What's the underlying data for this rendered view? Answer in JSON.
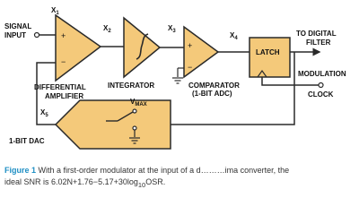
{
  "colors": {
    "block_fill": "#f4c97a",
    "line": "#2a2a2a",
    "figure_label": "#1f8fc4",
    "caption_text": "#333333"
  },
  "nodes": {
    "x1": "X",
    "x1_sub": "1",
    "x2": "X",
    "x2_sub": "2",
    "x3": "X",
    "x3_sub": "3",
    "x4": "X",
    "x4_sub": "4",
    "x5": "X",
    "x5_sub": "5"
  },
  "labels": {
    "signal_input_1": "SIGNAL",
    "signal_input_2": "INPUT",
    "diff_amp_1": "DIFFERENTIAL",
    "diff_amp_2": "AMPLIFIER",
    "integrator": "INTEGRATOR",
    "comparator_1": "COMPARATOR",
    "comparator_2": "(1-BIT ADC)",
    "latch": "LATCH",
    "to_digital_1": "TO DIGITAL",
    "to_digital_2": "FILTER",
    "modulation_1": "MODULATION",
    "modulation_2": "CLOCK",
    "dac": "1-BIT DAC",
    "vmax": "V",
    "vmax_sub": "MAX"
  },
  "signs": {
    "plus": "+",
    "minus": "−"
  },
  "caption": {
    "figure": "Figure 1",
    "line1": " With a first-order modulator at the input of a d………ima converter, the",
    "line2_a": "ideal SNR is 6.02N+1.76−5.17+30log",
    "line2_sub": "10",
    "line2_b": "OSR."
  }
}
